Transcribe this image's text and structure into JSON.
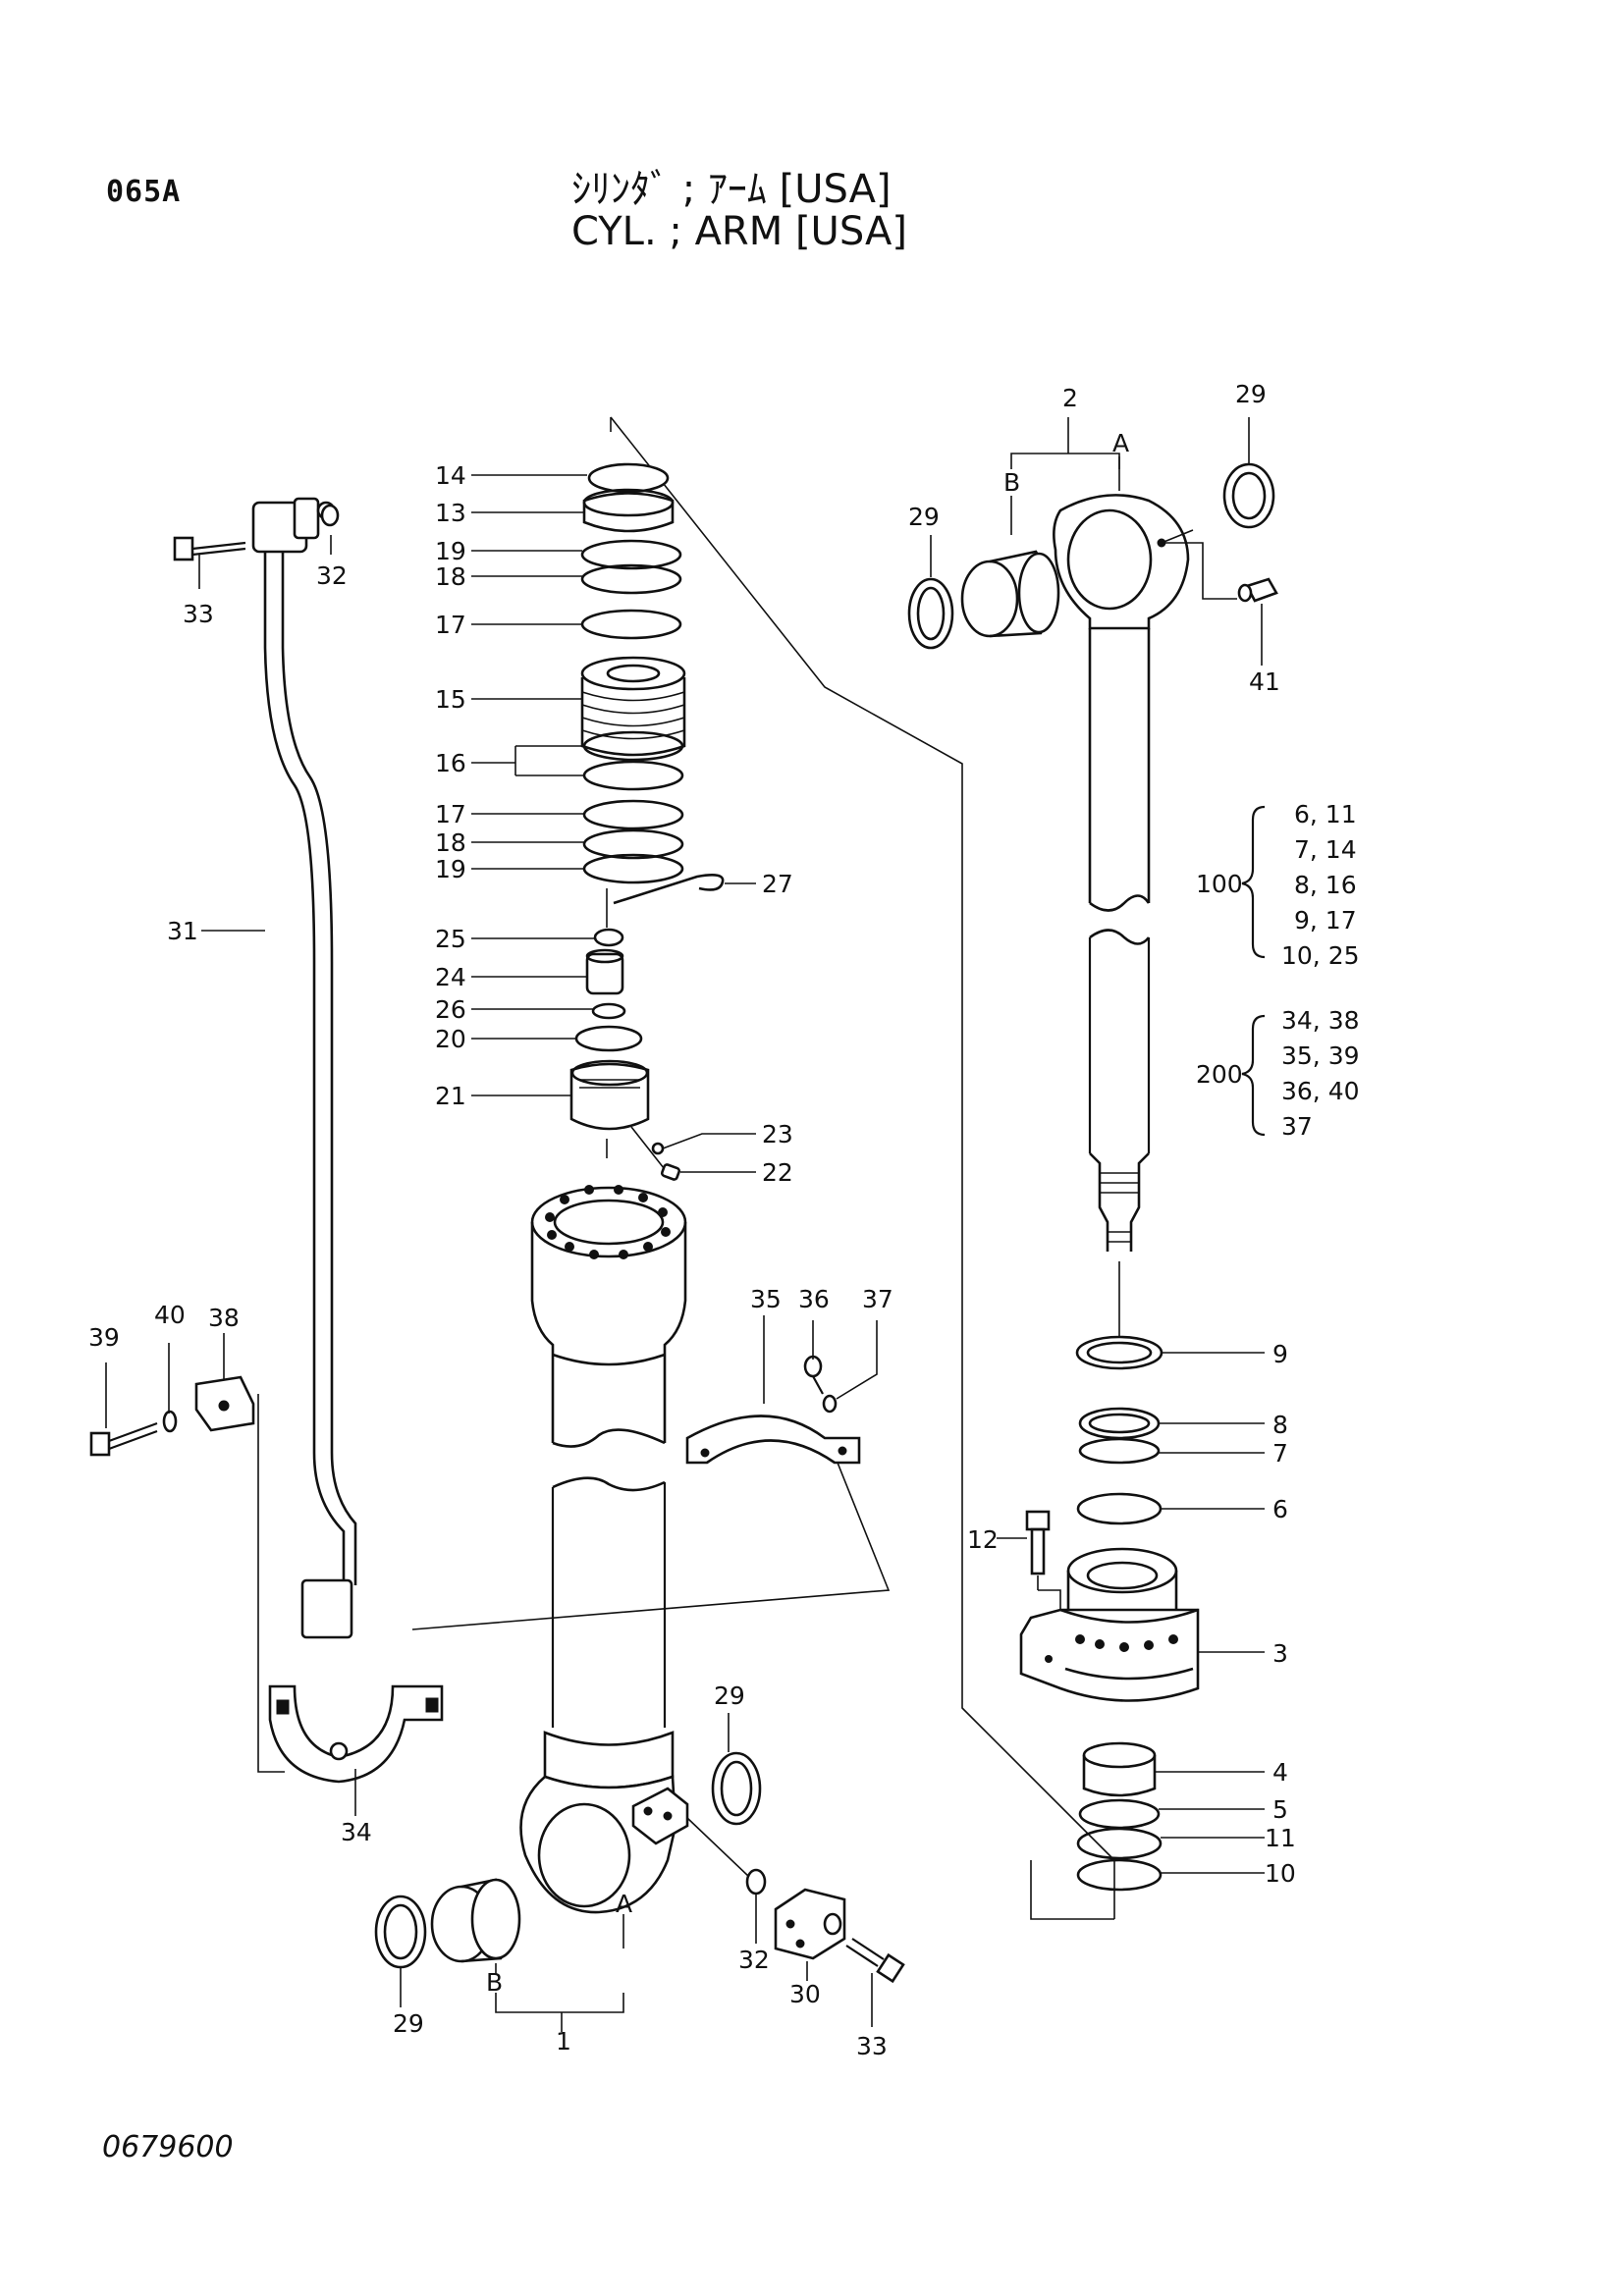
{
  "page_code": "065A",
  "title_jp": "ｼﾘﾝﾀﾞ ; ｱｰﾑ [USA]",
  "title_en": "CYL. ; ARM [USA]",
  "drawing_number": "0679600",
  "callouts": {
    "c1": "1",
    "c2": "2",
    "c3": "3",
    "c4": "4",
    "c5": "5",
    "c6": "6",
    "c7": "7",
    "c8": "8",
    "c9": "9",
    "c10": "10",
    "c11": "11",
    "c12": "12",
    "c13": "13",
    "c14": "14",
    "c15": "15",
    "c16": "16",
    "c17a": "17",
    "c17b": "17",
    "c18a": "18",
    "c18b": "18",
    "c19a": "19",
    "c19b": "19",
    "c20": "20",
    "c21": "21",
    "c22": "22",
    "c23": "23",
    "c24": "24",
    "c25": "25",
    "c26": "26",
    "c27": "27",
    "c29a": "29",
    "c29b": "29",
    "c29c": "29",
    "c29d": "29",
    "c30": "30",
    "c31": "31",
    "c32a": "32",
    "c32b": "32",
    "c33a": "33",
    "c33b": "33",
    "c34": "34",
    "c35": "35",
    "c36": "36",
    "c37": "37",
    "c38": "38",
    "c39": "39",
    "c40": "40",
    "c41": "41",
    "cA1": "A",
    "cB1": "B",
    "cA2": "A",
    "cB2": "B"
  },
  "kit_100": {
    "label": "100",
    "items": [
      "6, 11",
      "7, 14",
      "8, 16",
      "9, 17",
      "10, 25"
    ]
  },
  "kit_200": {
    "label": "200",
    "items": [
      "34, 38",
      "35, 39",
      "36, 40",
      "37"
    ]
  }
}
